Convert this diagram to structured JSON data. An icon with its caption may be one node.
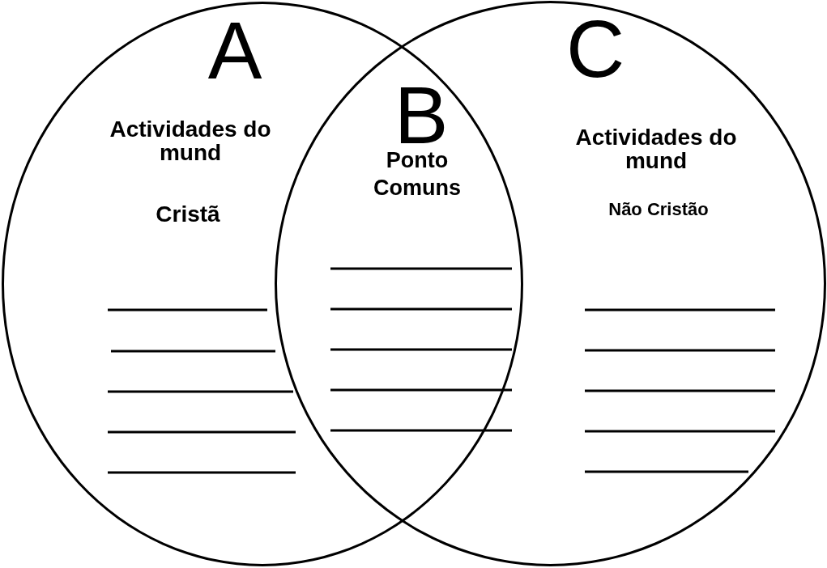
{
  "diagram": {
    "nodes": [
      {
        "text": [
          "A",
          "Actividades do mund",
          "Cristã"
        ]
      },
      {
        "text": [
          "C",
          "Actividades do mund",
          "Não Cristão"
        ]
      }
    ],
    "labels": [
      "B",
      "Ponto Comuns"
    ]
  }
}
